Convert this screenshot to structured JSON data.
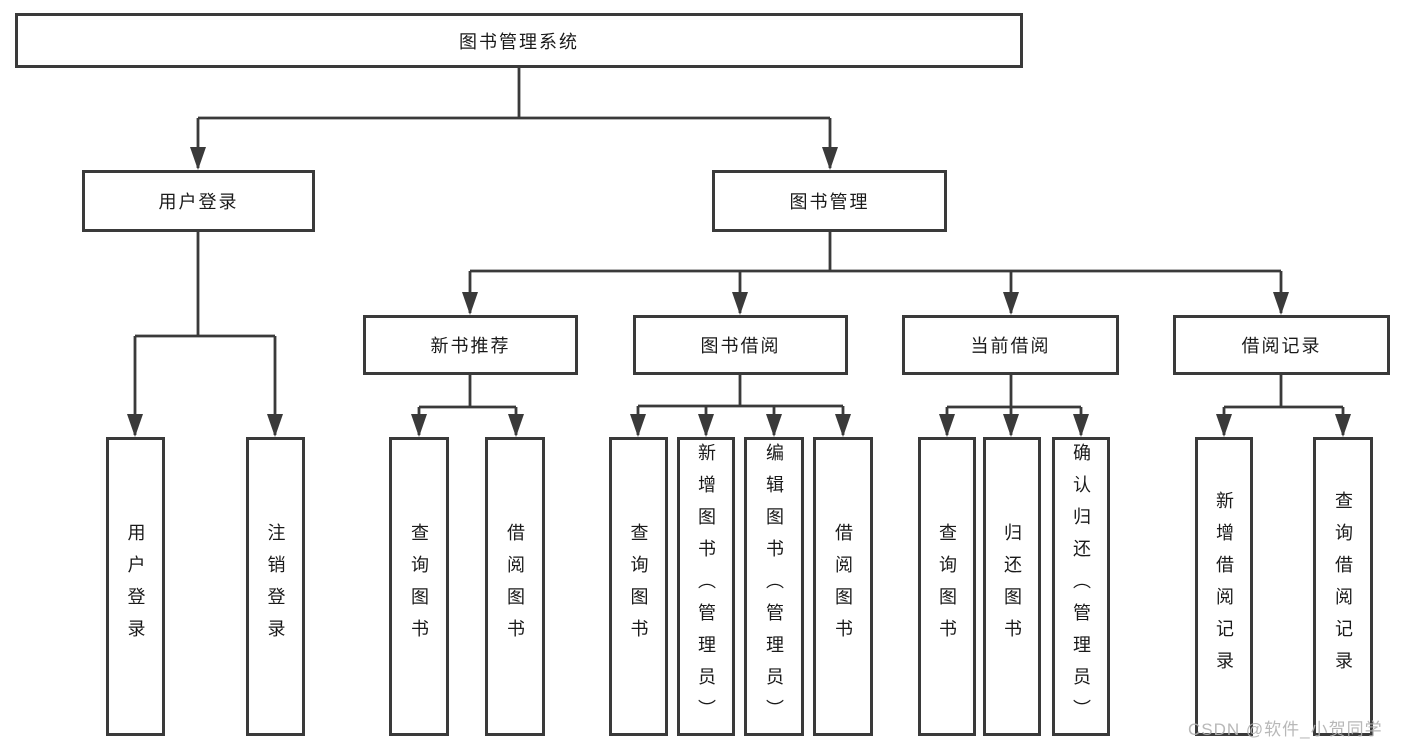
{
  "colors": {
    "line": "#3a3a3a",
    "box_border": "#3a3a3a",
    "text": "#1a1a1a",
    "background": "#ffffff",
    "watermark": "#b2b2b2"
  },
  "diagram": {
    "root": "图书管理系统",
    "branches": [
      {
        "label": "用户登录",
        "children": [
          "用户登录",
          "注销登录"
        ]
      },
      {
        "label": "图书管理",
        "sections": [
          {
            "label": "新书推荐",
            "children": [
              "查询图书",
              "借阅图书"
            ]
          },
          {
            "label": "图书借阅",
            "children": [
              "查询图书",
              "新增图书（管理员）",
              "编辑图书（管理员）",
              "借阅图书"
            ]
          },
          {
            "label": "当前借阅",
            "children": [
              "查询图书",
              "归还图书",
              "确认归还（管理员）"
            ]
          },
          {
            "label": "借阅记录",
            "children": [
              "新增借阅记录",
              "查询借阅记录"
            ]
          }
        ]
      }
    ]
  },
  "watermark": "CSDN @软件_小贺同学"
}
